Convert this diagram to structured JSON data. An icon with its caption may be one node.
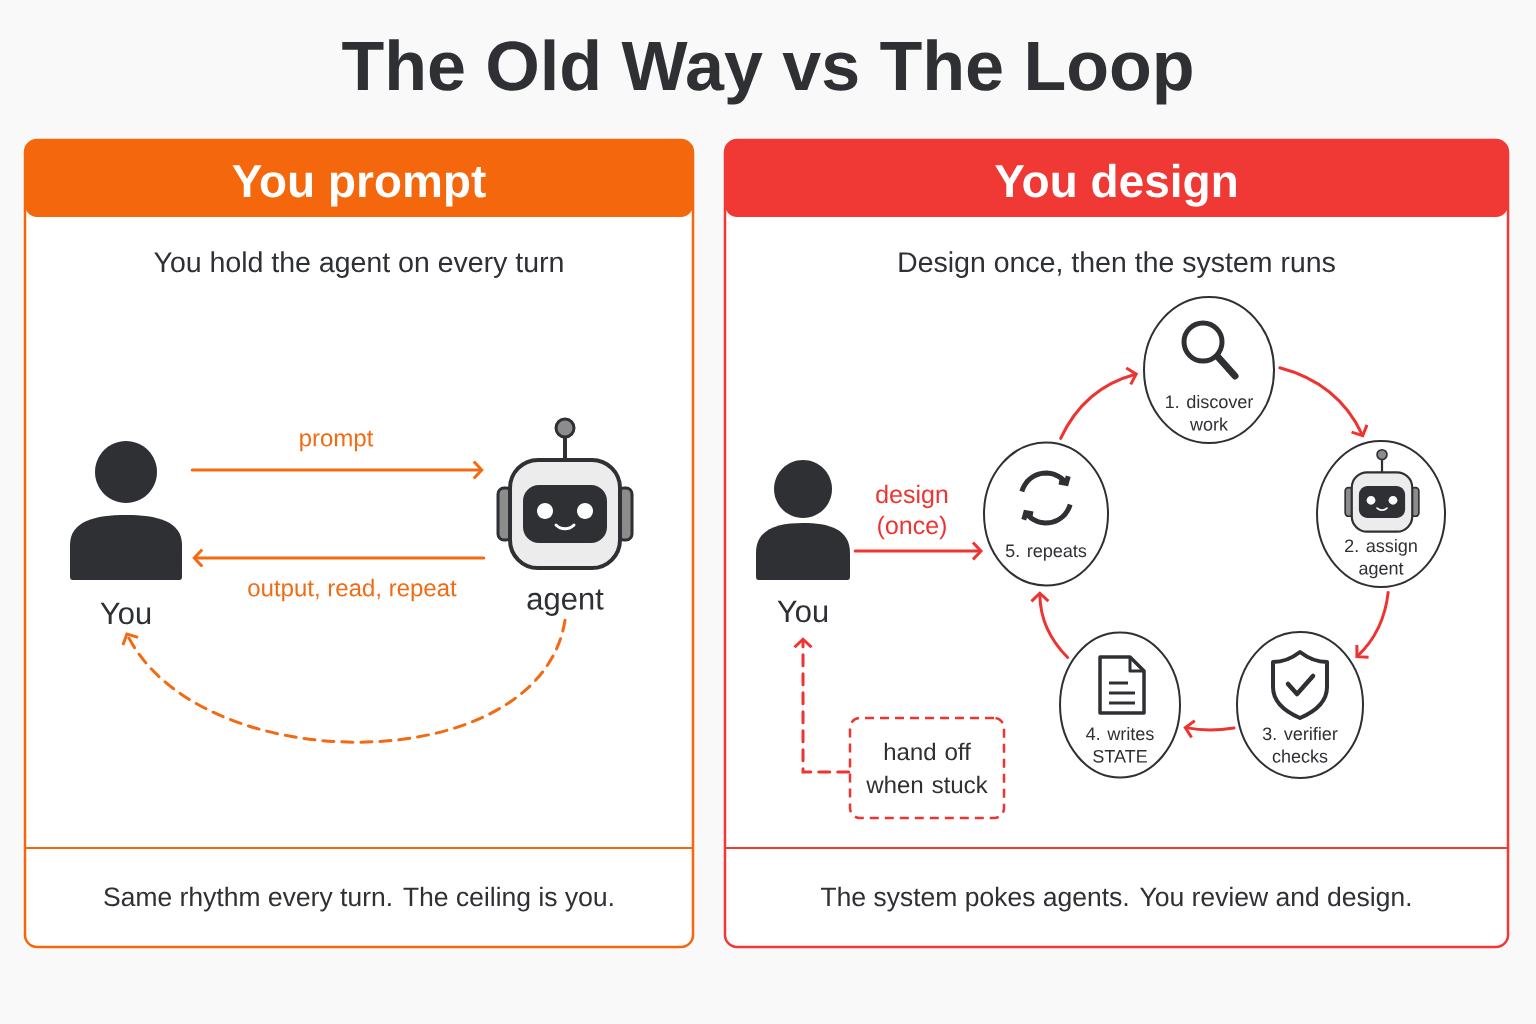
{
  "diagram": {
    "title": "The Old Way vs The Loop",
    "nodes": [
      {
        "text": [
          "You prompt",
          "You hold the agent on every turn",
          "Same rhythm every turn. The ceiling is you."
        ]
      },
      {
        "text": [
          "You"
        ],
        "in": 0
      },
      {
        "text": [
          "agent"
        ],
        "in": 0
      },
      {
        "text": [
          "You design",
          "Design once, then the system runs",
          "The system pokes agents. You review and design."
        ]
      },
      {
        "text": [
          "You"
        ],
        "in": 3
      },
      {
        "text": [
          "1. discover work"
        ],
        "in": 3
      },
      {
        "text": [
          "2. assign agent"
        ],
        "in": 3
      },
      {
        "text": [
          "3. verifier checks"
        ],
        "in": 3
      },
      {
        "text": [
          "4. writes STATE"
        ],
        "in": 3
      },
      {
        "text": [
          "5. repeats"
        ],
        "in": 3
      },
      {
        "text": [
          "hand off when stuck"
        ],
        "in": 3
      }
    ],
    "edges": [
      {
        "from": 1,
        "to": 2,
        "arrow": "to",
        "label": "prompt",
        "color": "#f26a12"
      },
      {
        "from": 2,
        "to": 1,
        "arrow": "to",
        "label": "output, read, repeat",
        "color": "#f26a12"
      },
      {
        "from": 2,
        "to": 1,
        "arrow": "to",
        "style": "dashed",
        "color": "#f26a12"
      },
      {
        "from": 4,
        "to": 9,
        "arrow": "to",
        "label": "design (once)"
      },
      {
        "from": 9,
        "to": 5,
        "arrow": "to"
      },
      {
        "from": 5,
        "to": 6,
        "arrow": "to"
      },
      {
        "from": 6,
        "to": 7,
        "arrow": "to"
      },
      {
        "from": 7,
        "to": 8,
        "arrow": "to"
      },
      {
        "from": 8,
        "to": 9,
        "arrow": "to"
      },
      {
        "from": 10,
        "to": 4,
        "arrow": "to",
        "style": "dashed"
      }
    ]
  }
}
